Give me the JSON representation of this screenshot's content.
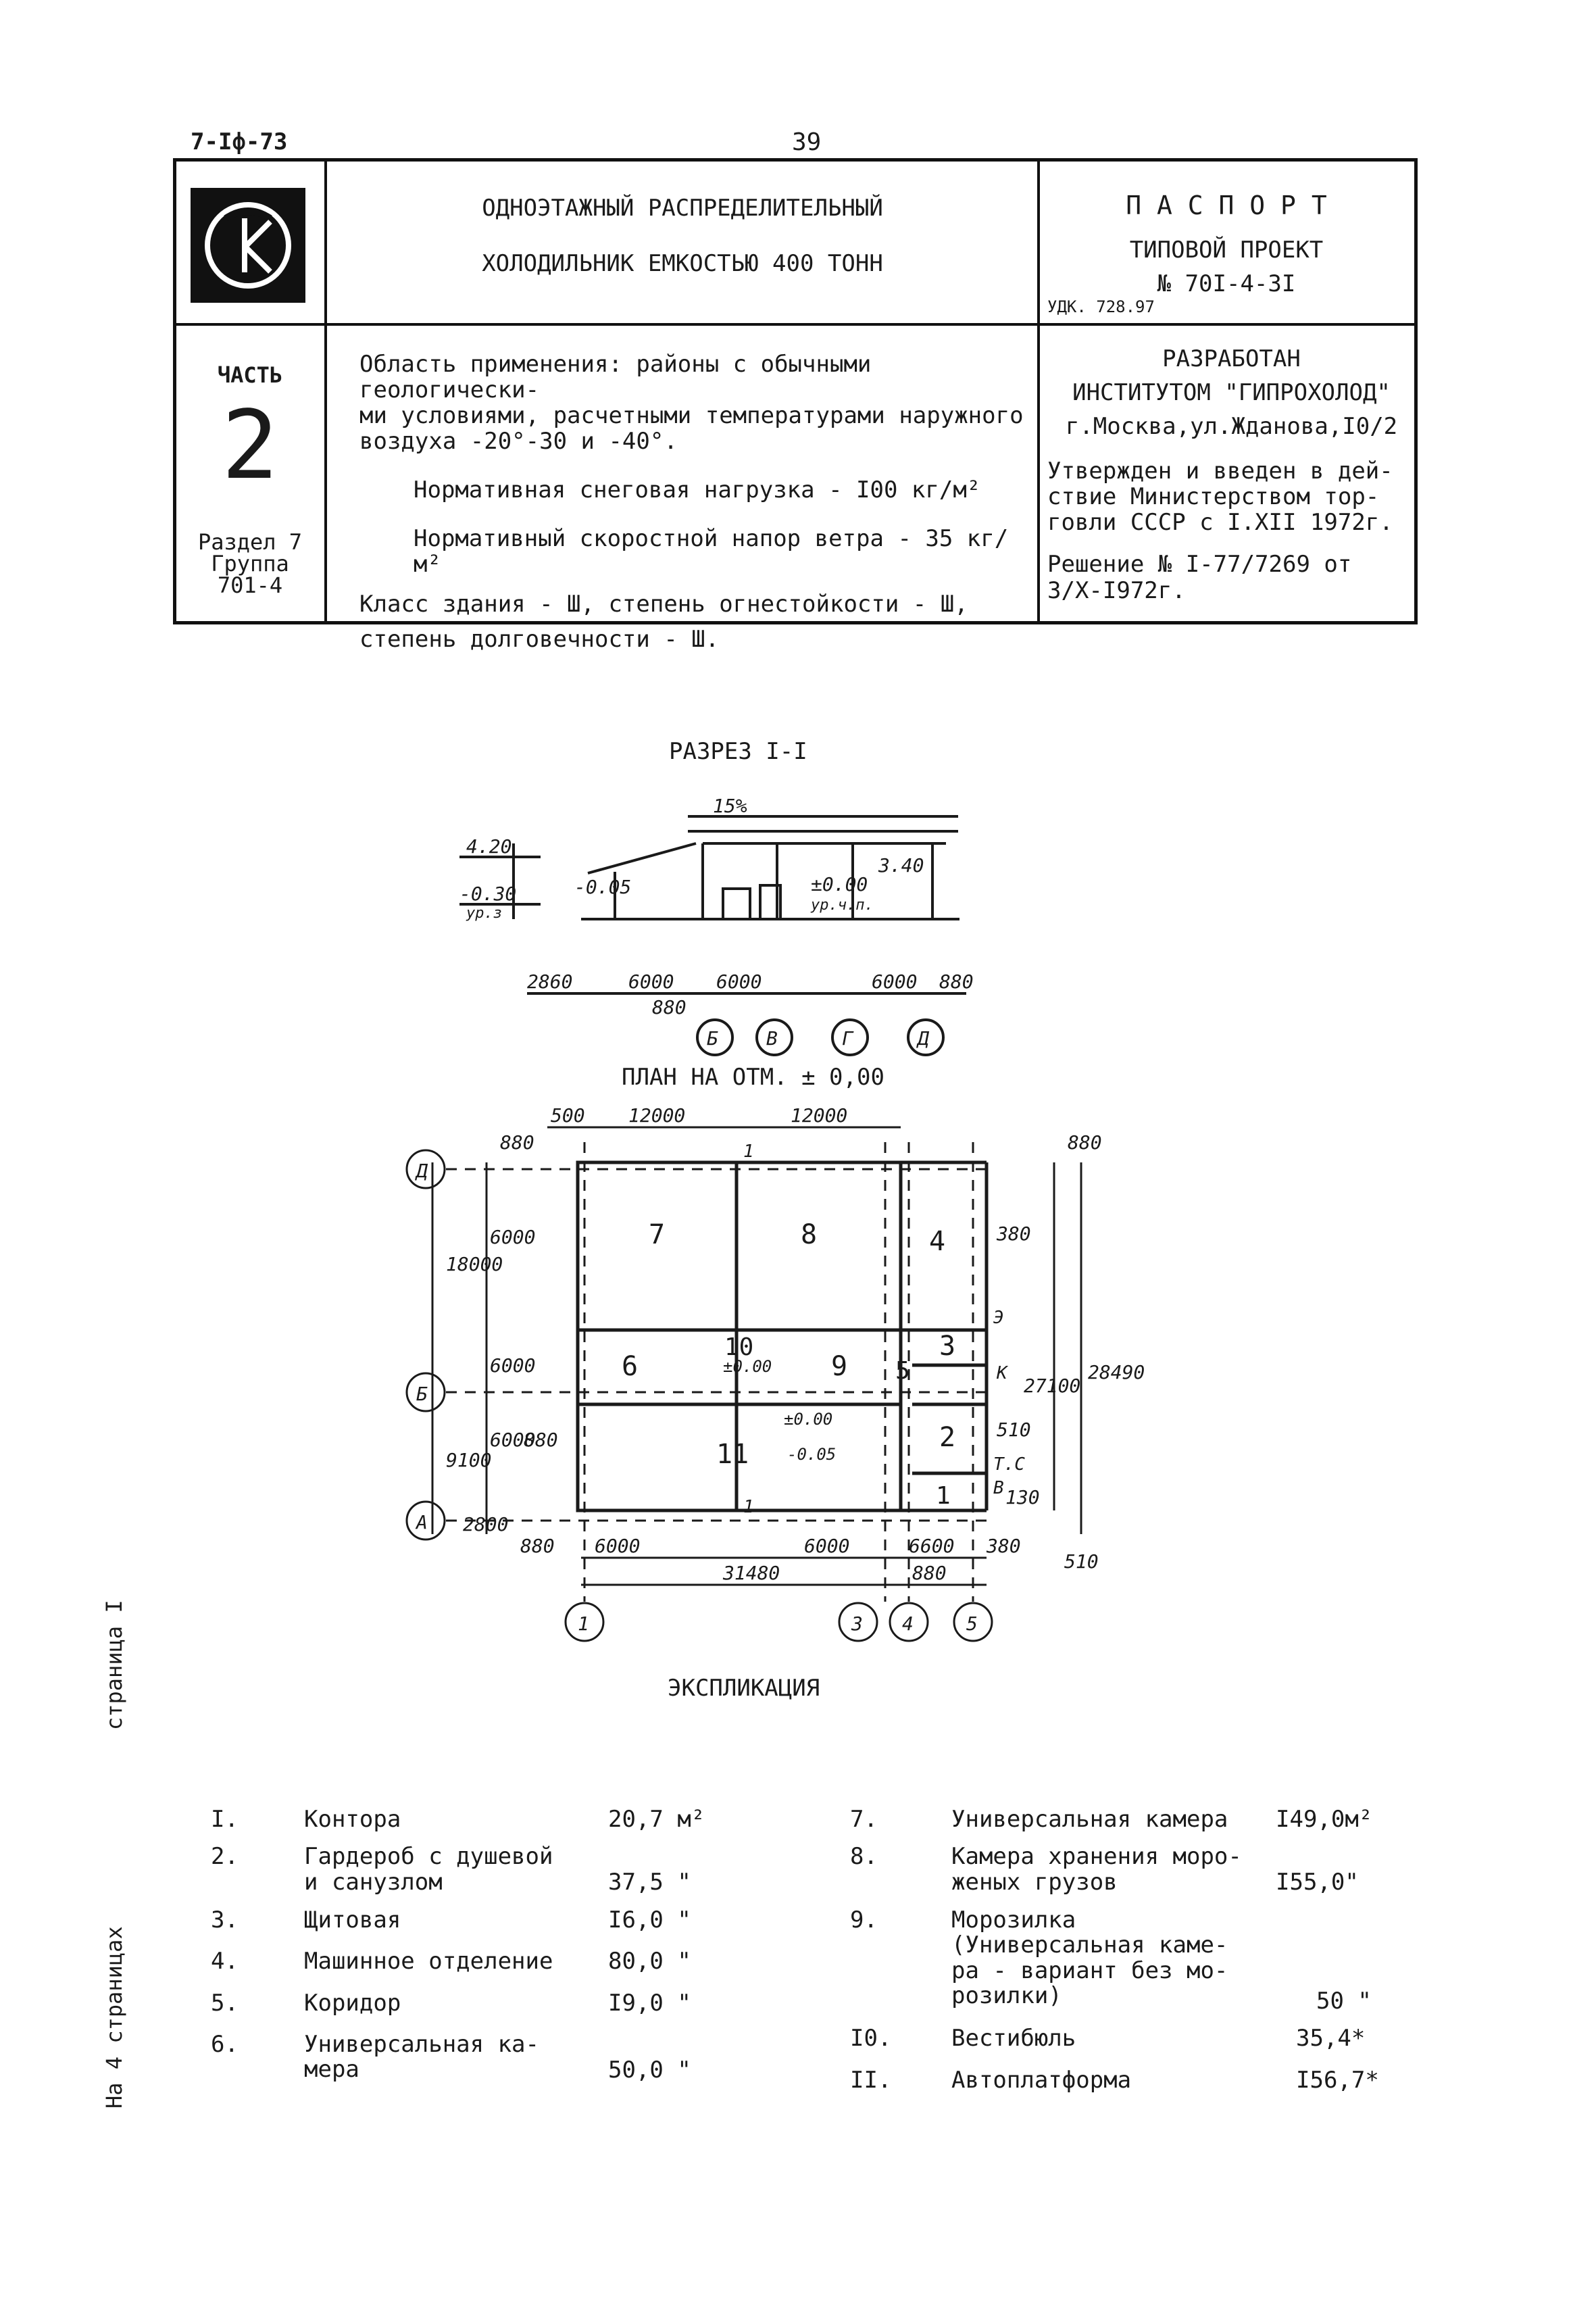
{
  "header": {
    "doc_code": "7-Iф-73",
    "page_number": "39",
    "title_line1": "ОДНОЭТАЖНЫЙ РАСПРЕДЕЛИТЕЛЬНЫЙ",
    "title_line2": "ХОЛОДИЛЬНИК ЕМКОСТЬЮ 400 ТОНН",
    "passport_label": "П А С П О Р Т",
    "project_label": "ТИПОВОЙ ПРОЕКТ",
    "project_number": "№ 70I-4-3I",
    "udk": "УДК. 728.97",
    "part_label": "ЧАСТЬ",
    "part_number": "2",
    "section_line1": "Раздел 7",
    "section_line2": "Группа",
    "section_line3": "701-4",
    "description": [
      "Область применения: районы с обычными геологически-",
      "ми условиями, расчетными температурами наружного",
      "воздуха -20°-30 и -40°.",
      "Нормативная снеговая нагрузка  -  I00 кг/м²",
      "Нормативный скоростной напор ветра - 35 кг/м²",
      "Класс здания - Ш, степень огнестойкости - Ш,",
      "степень долговечности - Ш."
    ],
    "developer": [
      "РАЗРАБОТАН",
      "ИНСТИТУТОМ \"ГИПРОХОЛОД\"",
      "г.Москва,ул.Жданова,I0/2",
      "Утвержден и введен в дей-",
      "ствие Министерством тор-",
      "говли СССР с I.XII 1972г.",
      "Решение № I-77/7269 от",
      "3/X-I972г."
    ]
  },
  "section_title": "РАЗРЕЗ I-I",
  "plan_title": "ПЛАН НА ОТМ. ± 0,00",
  "section_drawing": {
    "slope": "15%",
    "marks": [
      "4.20",
      "-0.30",
      "-0.05",
      "±0.00",
      "3.40",
      "ур.з",
      "ур.ч.п."
    ],
    "dims": [
      "2860",
      "6000",
      "6000",
      "6000",
      "880",
      "880"
    ],
    "axes": [
      "Б",
      "В",
      "Г",
      "Д"
    ]
  },
  "plan_drawing": {
    "top_dims": [
      "500",
      "12000",
      "12000",
      "880"
    ],
    "left_dims": [
      "880",
      "6000",
      "18000",
      "6000",
      "9100",
      "6000",
      "880",
      "2800"
    ],
    "right_dims": [
      "880",
      "380",
      "27100",
      "28490",
      "510",
      "130",
      "510"
    ],
    "bottom_dims": [
      "880",
      "6000",
      "6000",
      "6600",
      "380",
      "31480",
      "880"
    ],
    "rooms": [
      "7",
      "8",
      "4",
      "6",
      "10",
      "9",
      "3",
      "5",
      "2",
      "11",
      "1"
    ],
    "marks": [
      "±0.00",
      "±0.00",
      "-0.05",
      "Э",
      "К",
      "Т.С",
      "В"
    ],
    "row_axes": [
      "Д",
      "Б",
      "А"
    ],
    "col_axes": [
      "1",
      "3",
      "4",
      "5"
    ],
    "cut": "1"
  },
  "legend_title": "ЭКСПЛИКАЦИЯ",
  "legend_left": [
    {
      "num": "I.",
      "name": [
        "Контора"
      ],
      "area": "20,7 м²"
    },
    {
      "num": "2.",
      "name": [
        "Гардероб с душевой",
        "и санузлом"
      ],
      "area": "37,5 \""
    },
    {
      "num": "3.",
      "name": [
        "Щитовая"
      ],
      "area": "I6,0 \""
    },
    {
      "num": "4.",
      "name": [
        "Машинное отделение"
      ],
      "area": "80,0 \""
    },
    {
      "num": "5.",
      "name": [
        "Коридор"
      ],
      "area": "I9,0 \""
    },
    {
      "num": "6.",
      "name": [
        "Универсальная ка-",
        "мера"
      ],
      "area": "50,0 \""
    }
  ],
  "legend_right": [
    {
      "num": "7.",
      "name": [
        "Универсальная камера"
      ],
      "area": "I49,0м²"
    },
    {
      "num": "8.",
      "name": [
        "Камера хранения моро-",
        "женых грузов"
      ],
      "area": "I55,0\""
    },
    {
      "num": "9.",
      "name": [
        "Морозилка",
        "(Универсальная каме-",
        "ра - вариант без мо-",
        "розилки)"
      ],
      "area": "50 \""
    },
    {
      "num": "I0.",
      "name": [
        "Вестибюль"
      ],
      "area": "35,4*"
    },
    {
      "num": "II.",
      "name": [
        "Автоплатформа"
      ],
      "area": "I56,7*"
    }
  ],
  "margin": {
    "page_label": "страница I",
    "pages_total": "На 4 страницах"
  }
}
